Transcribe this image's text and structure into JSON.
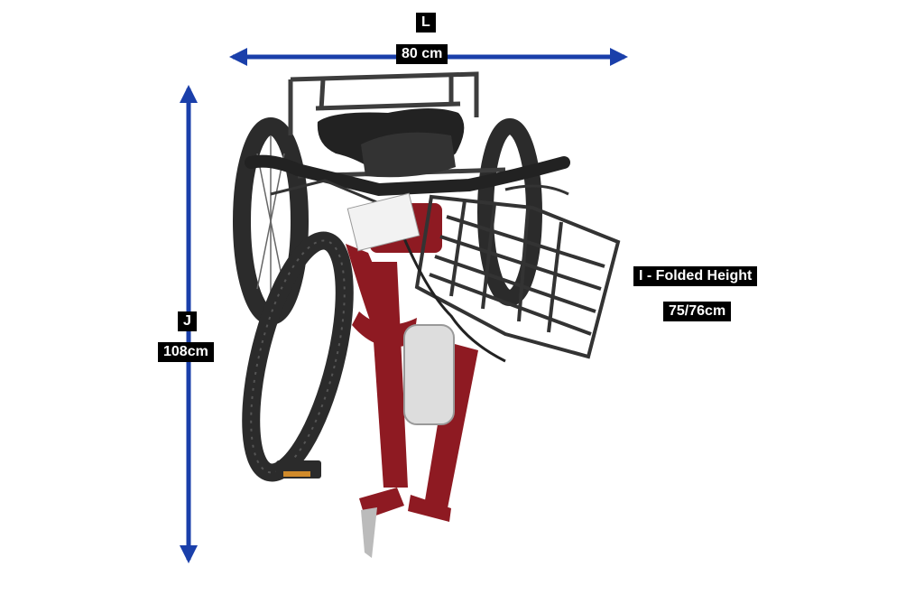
{
  "dimensions": {
    "width": {
      "letter": "L",
      "value": "80 cm"
    },
    "height": {
      "letter": "J",
      "value": "108cm"
    },
    "folded": {
      "title": "I - Folded Height",
      "value": "75/76cm"
    }
  },
  "colors": {
    "arrow": "#1a3faa",
    "frame": "#8e1a22",
    "tire": "#2b2b2b",
    "metal": "#3d3d3d",
    "label_bg": "#000000",
    "label_text": "#ffffff"
  },
  "subject": "folded-electric-trike"
}
